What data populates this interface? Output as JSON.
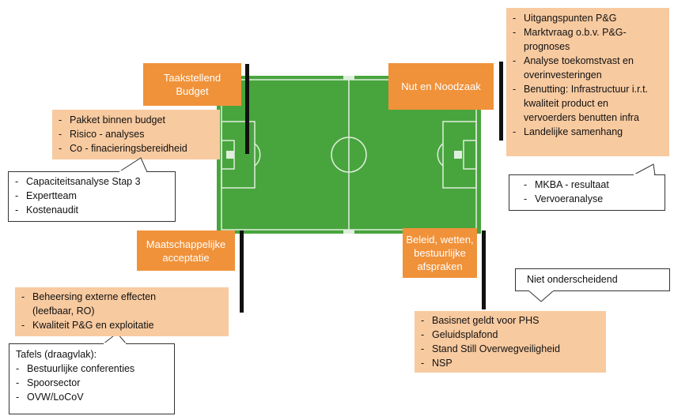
{
  "labels": {
    "top_left": "Taakstellend Budget",
    "top_right": "Nut en Noodzaak",
    "bottom_left": "Maatschappelijke acceptatie",
    "bottom_right": "Beleid, wetten, bestuurlijke afspraken"
  },
  "top_left_peach": [
    "Pakket binnen budget",
    "Risico - analyses",
    "Co - finacieringsbereidheid"
  ],
  "top_left_white": [
    "Capaciteitsanalyse Stap 3",
    "Expertteam",
    "Kostenaudit"
  ],
  "top_right_peach": [
    "Uitgangspunten P&G",
    "Marktvraag o.b.v. P&G-prognoses",
    "Analyse toekomstvast en overinvesteringen",
    "Benutting: Infrastructuur i.r.t. kwaliteit product en vervoerders benutten infra",
    "Landelijke samenhang"
  ],
  "top_right_white": [
    "MKBA - resultaat",
    "Vervoeranalyse"
  ],
  "bottom_left_peach": [
    "Beheersing externe effecten (leefbaar, RO)",
    "Kwaliteit P&G en exploitatie"
  ],
  "bottom_left_white": {
    "heading": "Tafels (draagvlak):",
    "items": [
      "Bestuurlijke conferenties",
      "Spoorsector",
      "OVW/LoCoV"
    ]
  },
  "bottom_right_callout": "Niet onderscheidend",
  "bottom_right_peach": [
    "Basisnet geldt voor PHS",
    "Geluidsplafond",
    "Stand Still Overwegveiligheid",
    "NSP"
  ],
  "colors": {
    "pitch": "#47a33c",
    "pitch_line": "#dfeedd",
    "label_bg": "#f0923a",
    "list_bg": "#f8caa0"
  }
}
